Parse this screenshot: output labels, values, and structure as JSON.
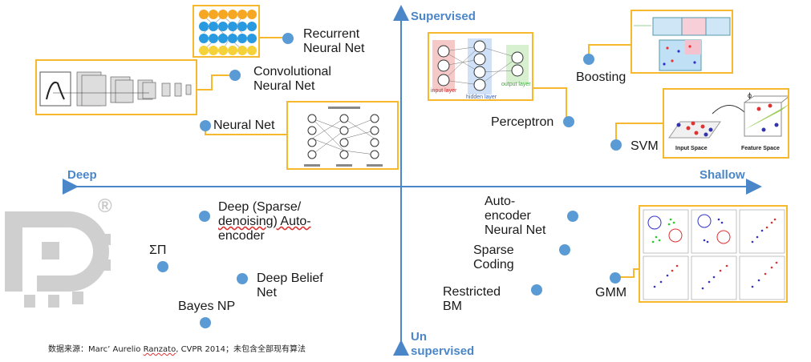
{
  "axes": {
    "top": "Supervised",
    "bottom": [
      "Un",
      "supervised"
    ],
    "left": "Deep",
    "right": "Shallow"
  },
  "methods": {
    "rnn": [
      "Recurrent",
      "Neural Net"
    ],
    "cnn": [
      "Convolutional",
      "Neural Net"
    ],
    "nn": "Neural Net",
    "perceptron": "Perceptron",
    "boosting": "Boosting",
    "svm": "SVM",
    "dae": [
      "Deep (Sparse/",
      "denoising) Auto-",
      "encoder"
    ],
    "sumprod": "ΣΠ",
    "dbn": [
      "Deep Belief",
      "Net"
    ],
    "bayes": "Bayes NP",
    "ae": [
      "Auto-",
      "encoder",
      "Neural Net"
    ],
    "sparse": [
      "Sparse",
      "Coding"
    ],
    "rbm": [
      "Restricted",
      "BM"
    ],
    "gmm": "GMM"
  },
  "thumbnails": {
    "perceptron": {
      "input": "input layer",
      "hidden": "hidden layer",
      "output": "output layer"
    },
    "svm": {
      "input": "Input Space",
      "feature": "Feature Space",
      "phi": "ϕ"
    }
  },
  "source": {
    "prefix": "数据来源：Marc’ Aurelio ",
    "author": "Ranzato",
    "middle": ", CVPR 2014；",
    "wavy": "未包含全部",
    "suffix": "现有算法"
  },
  "watermark": {
    "mark": "®"
  },
  "colors": {
    "axis": "#4a86c8",
    "dot": "#5b9bd5",
    "frame": "#f5b82e"
  }
}
